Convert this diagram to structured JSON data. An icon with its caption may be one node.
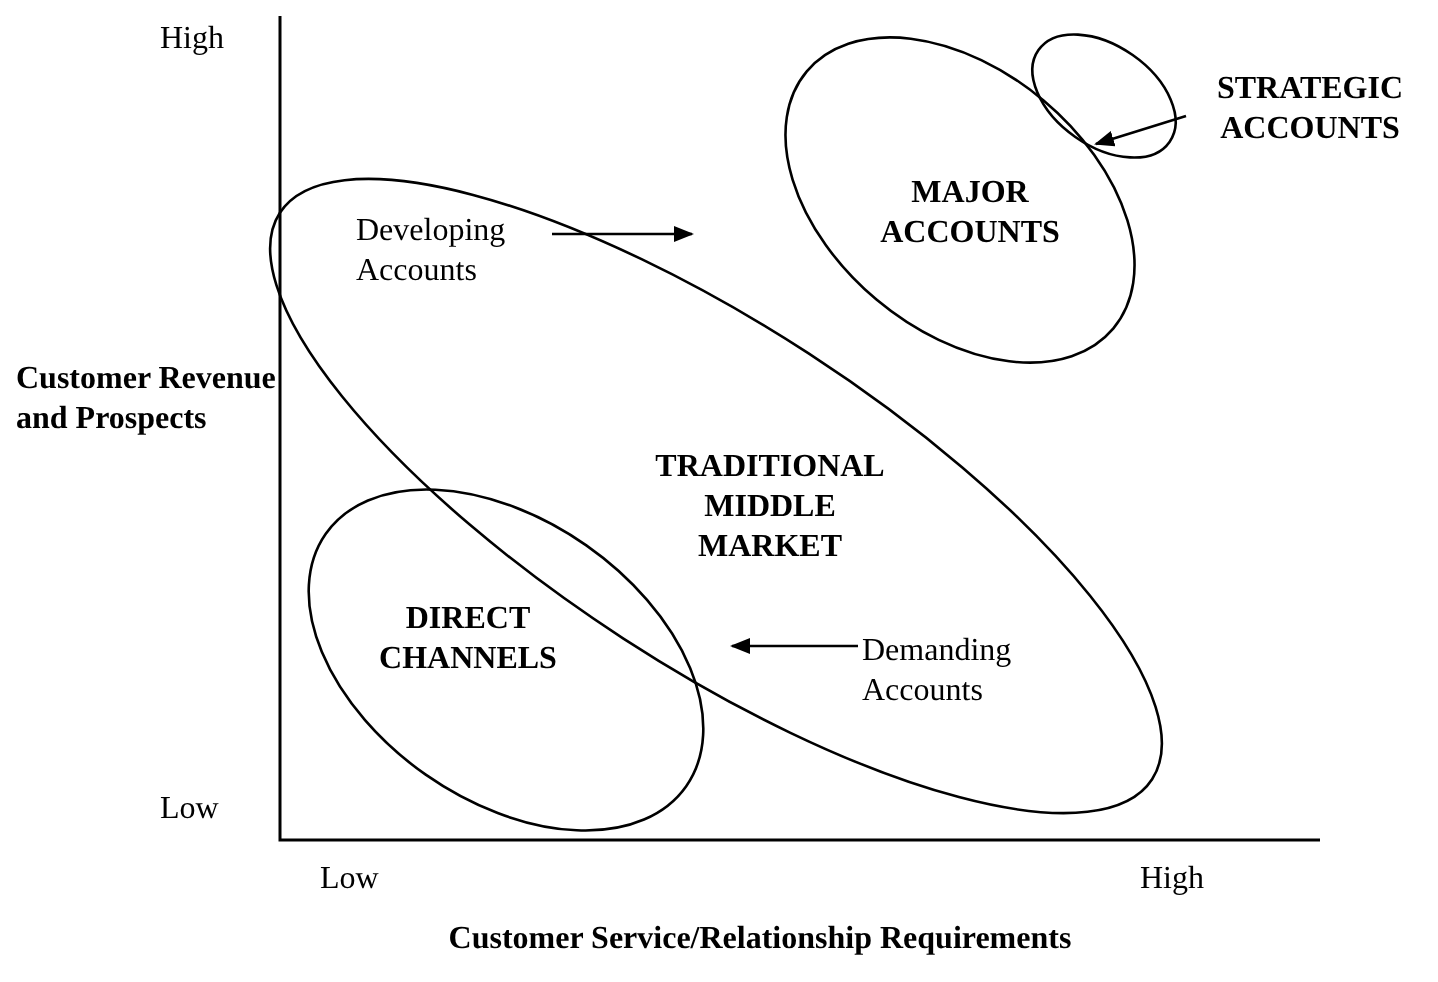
{
  "diagram": {
    "nodes": [
      {
        "text": [
          "TRADITIONAL MIDDLE MARKET"
        ]
      },
      {
        "text": [
          "MAJOR ACCOUNTS"
        ]
      },
      {
        "text": [
          "DIRECT CHANNELS"
        ]
      },
      {
        "text": [],
        "shape": "ellipse"
      },
      {
        "text": [
          "STRATEGIC ACCOUNTS"
        ]
      },
      {
        "text": [
          "Developing Accounts"
        ],
        "in": 0
      },
      {
        "text": [
          "Demanding Accounts"
        ],
        "in": 0
      }
    ],
    "edges": [
      {
        "from": 4,
        "to": 3,
        "arrow": "to"
      },
      {
        "from": 5,
        "to": 0,
        "arrow": "to"
      },
      {
        "from": 6,
        "to": 0,
        "arrow": "to"
      }
    ],
    "labels": [
      "High",
      "Customer Revenue and Prospects",
      "Low",
      "Low",
      "High",
      "Customer Service/Relationship Requirements"
    ]
  }
}
